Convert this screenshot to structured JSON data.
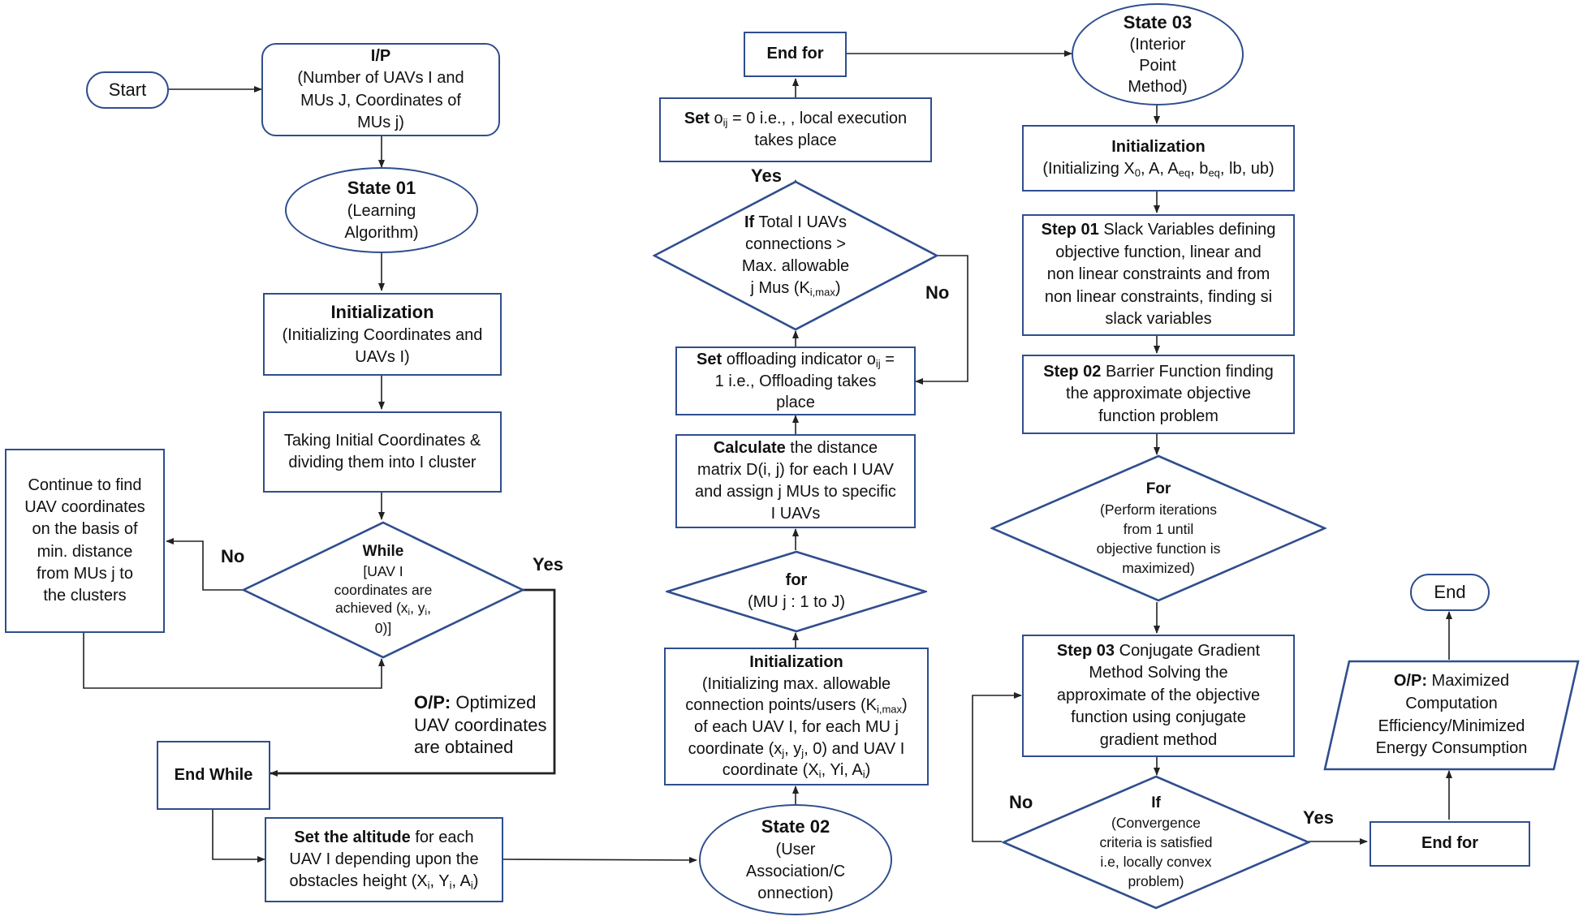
{
  "nodes": {
    "start": {
      "text": "Start"
    },
    "input": {
      "title": "I/P",
      "lines": [
        "(Number of UAVs I and",
        "MUs J, Coordinates of",
        "MUs j)"
      ]
    },
    "state01": {
      "title": "State 01",
      "lines": [
        "(Learning",
        "Algorithm)"
      ]
    },
    "init1": {
      "title": "Initialization",
      "lines": [
        "(Initializing Coordinates and",
        "UAVs I)"
      ]
    },
    "taking": {
      "lines": [
        "Taking Initial Coordinates &",
        "dividing them into I cluster"
      ]
    },
    "continue": {
      "lines": [
        "Continue to find",
        "UAV coordinates",
        "on the basis of",
        "min. distance",
        "from MUs j to",
        "the clusters"
      ]
    },
    "while": {
      "title": "While",
      "l1": "[UAV I",
      "l2": "coordinates are",
      "l3": "achieved (x",
      "l3_i": "i",
      "l3_sep": ", y",
      "l3_i2": "i",
      "l3_end": ",",
      "l4": "0)]"
    },
    "end_while": {
      "text": "End While"
    },
    "set_alt": {
      "bold": "Set the altitude",
      "t1": " for each",
      "l2": "UAV I depending upon the",
      "l3": "obstacles height  (X",
      "sub_i": "i",
      "l3b": ", Y",
      "sub_i2": "i",
      "l3c": ", A",
      "sub_i3": "i",
      "l3d": ")"
    },
    "state02": {
      "title": "State 02",
      "lines": [
        "(User",
        "Association/C",
        "onnection)"
      ]
    },
    "init2": {
      "title": "Initialization",
      "l1": "(Initializing max. allowable",
      "l2": "connection points/users (K",
      "l2_sub": "i,max",
      "l2_end": ")",
      "l3": "of each UAV I, for each MU j",
      "l4": "coordinate (x",
      "l4_sub1": "j",
      "l4_mid": ", y",
      "l4_sub2": "j",
      "l4_end": ", 0) and UAV I",
      "l5": "coordinate (X",
      "l5_sub1": "i",
      "l5_mid": ", Yi, A",
      "l5_sub2": "i",
      "l5_end": ")"
    },
    "for_mu": {
      "title": "for",
      "text": "(MU j : 1 to J)"
    },
    "calc": {
      "bold": "Calculate",
      "t1": " the distance",
      "l2": "matrix D(i, j) for each I UAV",
      "l3": "and assign j MUs to specific",
      "l4": "I UAVs"
    },
    "set_off": {
      "bold": "Set",
      "t1": " offloading indicator o",
      "sub": "ij",
      "t2": " =",
      "l2": "1 i.e., Offloading takes",
      "l3": "place"
    },
    "if_total": {
      "bold": "If",
      "t1": " Total I UAVs",
      "l2": "connections >",
      "l3": "Max. allowable",
      "l4": "j Mus (K",
      "l4_sub": "i,max",
      "l4_end": ")"
    },
    "set_local": {
      "bold": "Set",
      "t1": " o",
      "sub": "ij",
      "t2": " = 0 i.e., , local execution",
      "l2": "takes place"
    },
    "end_for1": {
      "text": "End for"
    },
    "state03": {
      "title": "State 03",
      "lines": [
        "(Interior",
        "Point",
        "Method)"
      ]
    },
    "init3": {
      "title": "Initialization",
      "t1": "(Initializing X",
      "s1": "0",
      "t2": ", A, A",
      "s2": "eq",
      "t3": ", b",
      "s3": "eq",
      "t4": ", lb, ub)"
    },
    "step01": {
      "bold": "Step 01",
      "t1": " Slack Variables defining",
      "lines": [
        "objective function, linear and",
        "non linear constraints and from",
        "non linear constraints, finding si",
        "slack variables"
      ]
    },
    "step02": {
      "bold": "Step 02",
      "t1": " Barrier Function finding",
      "lines": [
        "the approximate objective",
        "function problem"
      ]
    },
    "for_iter": {
      "title": "For",
      "lines": [
        "(Perform iterations",
        "from 1 until",
        "objective function is",
        "maximized)"
      ]
    },
    "step03": {
      "bold": "Step 03",
      "t1": " Conjugate Gradient",
      "lines": [
        "Method Solving the",
        "approximate of the objective",
        "function using conjugate",
        "gradient method"
      ]
    },
    "if_conv": {
      "title": "If",
      "lines": [
        "(Convergence",
        "criteria is satisfied",
        "i.e, locally convex",
        "problem)"
      ]
    },
    "end_for2": {
      "text": "End for"
    },
    "output": {
      "bold": "O/P:",
      "t1": " Maximized",
      "lines": [
        "Computation",
        "Efficiency/Minimized",
        "Energy Consumption"
      ]
    },
    "end": {
      "text": "End"
    }
  },
  "labels": {
    "while_no": "No",
    "while_yes": "Yes",
    "op_note_bold": "O/P:",
    "op_note_t1": " Optimized",
    "op_note_l2": "UAV coordinates",
    "op_note_l3": "are obtained",
    "iftotal_yes": "Yes",
    "iftotal_no": "No",
    "ifconv_no": "No",
    "ifconv_yes": "Yes"
  },
  "colors": {
    "shape_border": "#2f4e8e",
    "connector": "#222222"
  }
}
